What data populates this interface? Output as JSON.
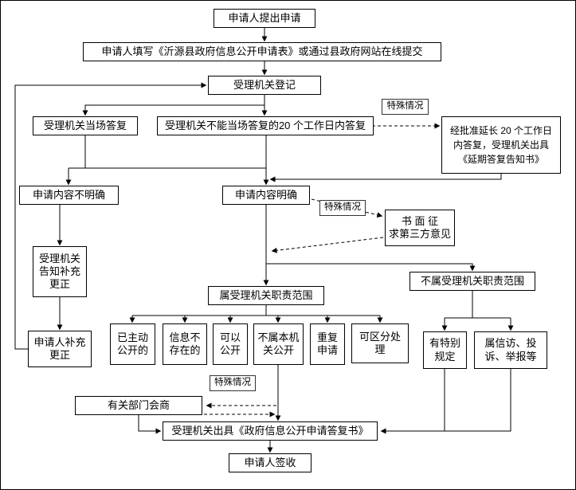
{
  "flow": {
    "apply": "申请人提出申请",
    "fill_form": "申请人填写《沂源县政府信息公开申请表》或通过县政府网站在线提交",
    "register": "受理机关登记",
    "answer_onspot": "受理机关当场答复",
    "answer_20days": "受理机关不能当场答复的20 个工作日内答复",
    "extend": "经批准延长 20 个工作日\n内答复，受理机关出具\n《延期答复告知书》",
    "content_unclear": "申请内容不明确",
    "content_clear": "申请内容明确",
    "third_party": "书 面 征\n求第三方意见",
    "notify_supplement": "受理机关\n告知补充\n更正",
    "applicant_supplement": "申请人补充\n更正",
    "in_scope": "属受理机关职责范围",
    "out_scope": "不属受理机关职责范围",
    "already_public": "已主动\n公开的",
    "not_exist": "信息不\n存在的",
    "can_public": "可以\n公开",
    "not_this_organ": "不属本机\n关公开",
    "repeat_apply": "重复\n申请",
    "divisible": "可区分处\n理",
    "special_rule": "有特别\n规定",
    "petition": "属信访、投\n诉、举报等",
    "consult": "有关部门会商",
    "reply": "受理机关出具《政府信息公开申请答复书》",
    "sign": "申请人签收"
  },
  "labels": {
    "special_case": "特殊情况"
  },
  "colors": {
    "line": "#000000",
    "box_border": "#000000",
    "background": "#ffffff"
  }
}
